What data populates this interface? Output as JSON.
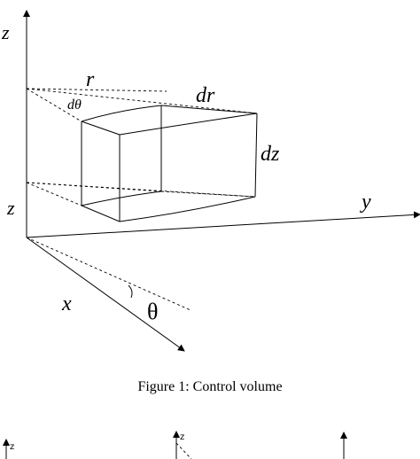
{
  "figure": {
    "labels": {
      "z_axis": "z",
      "y_axis": "y",
      "x_axis": "x",
      "z_height": "z",
      "r": "r",
      "dtheta": "dθ",
      "dr": "dr",
      "dz": "dz",
      "theta": "θ"
    },
    "caption": "Figure 1: Control volume"
  },
  "next_figure": {
    "labels": {
      "z_left": "z",
      "z_mid": "z"
    }
  },
  "colors": {
    "ink": "#000000",
    "background": "#ffffff"
  }
}
